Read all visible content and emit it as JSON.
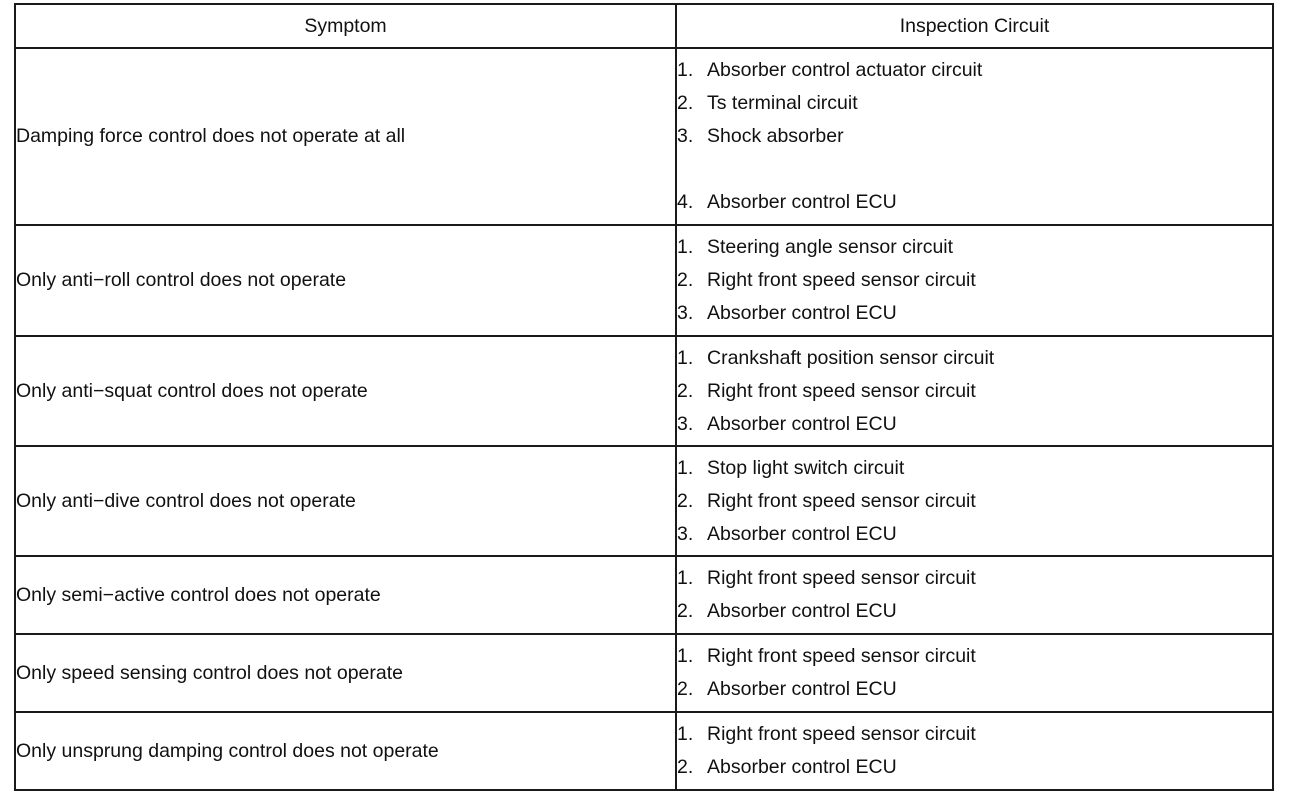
{
  "table": {
    "headers": [
      "Symptom",
      "Inspection Circuit"
    ],
    "rows": [
      {
        "symptom": "Damping force control does not operate at all",
        "circuits": [
          {
            "n": "1.",
            "text": "Absorber control actuator circuit"
          },
          {
            "n": "2.",
            "text": "Ts terminal circuit"
          },
          {
            "n": "3.",
            "text": "Shock absorber"
          },
          {
            "n": "4.",
            "text": "Absorber control ECU"
          }
        ]
      },
      {
        "symptom": "Only anti−roll control does not operate",
        "circuits": [
          {
            "n": "1.",
            "text": "Steering angle sensor circuit"
          },
          {
            "n": "2.",
            "text": "Right front speed sensor circuit"
          },
          {
            "n": "3.",
            "text": "Absorber control ECU"
          }
        ]
      },
      {
        "symptom": "Only anti−squat control does not operate",
        "circuits": [
          {
            "n": "1.",
            "text": "Crankshaft position sensor circuit"
          },
          {
            "n": "2.",
            "text": "Right front speed sensor circuit"
          },
          {
            "n": "3.",
            "text": "Absorber control ECU"
          }
        ]
      },
      {
        "symptom": "Only anti−dive control does not operate",
        "circuits": [
          {
            "n": "1.",
            "text": "Stop light switch circuit"
          },
          {
            "n": "2.",
            "text": "Right front speed sensor circuit"
          },
          {
            "n": "3.",
            "text": "Absorber control ECU"
          }
        ]
      },
      {
        "symptom": "Only semi−active control does not operate",
        "circuits": [
          {
            "n": "1.",
            "text": "Right front speed sensor circuit"
          },
          {
            "n": "2.",
            "text": "Absorber control ECU"
          }
        ]
      },
      {
        "symptom": "Only speed sensing control does not operate",
        "circuits": [
          {
            "n": "1.",
            "text": "Right front speed sensor circuit"
          },
          {
            "n": "2.",
            "text": "Absorber control ECU"
          }
        ]
      },
      {
        "symptom": "Only unsprung damping control does not operate",
        "circuits": [
          {
            "n": "1.",
            "text": "Right front speed sensor circuit"
          },
          {
            "n": "2.",
            "text": "Absorber control ECU"
          }
        ]
      }
    ]
  }
}
